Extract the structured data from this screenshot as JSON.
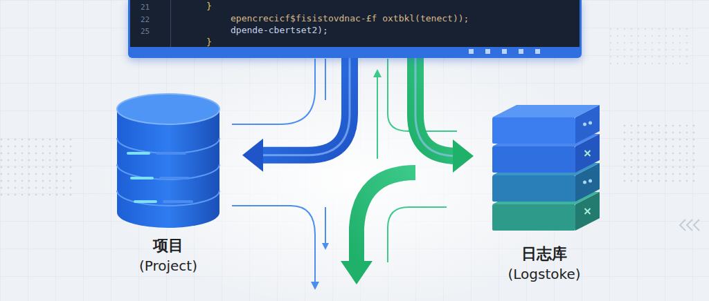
{
  "diagram": {
    "nodes": [
      {
        "text": [
          "}",
          "epencrecicf$fisistovdnac-£f oxtbkl(tenect));",
          "dpende-cbertset2);",
          "}"
        ]
      },
      {
        "text": [
          "项目",
          "(Project)"
        ]
      },
      {
        "text": [
          "日志库",
          "(Logstoke)"
        ]
      }
    ],
    "edges": [
      {
        "from": 0,
        "to": 1,
        "arrow": "to"
      },
      {
        "from": 0,
        "to": 2,
        "arrow": "to"
      }
    ],
    "labels": [
      "21",
      "22",
      "25"
    ]
  }
}
